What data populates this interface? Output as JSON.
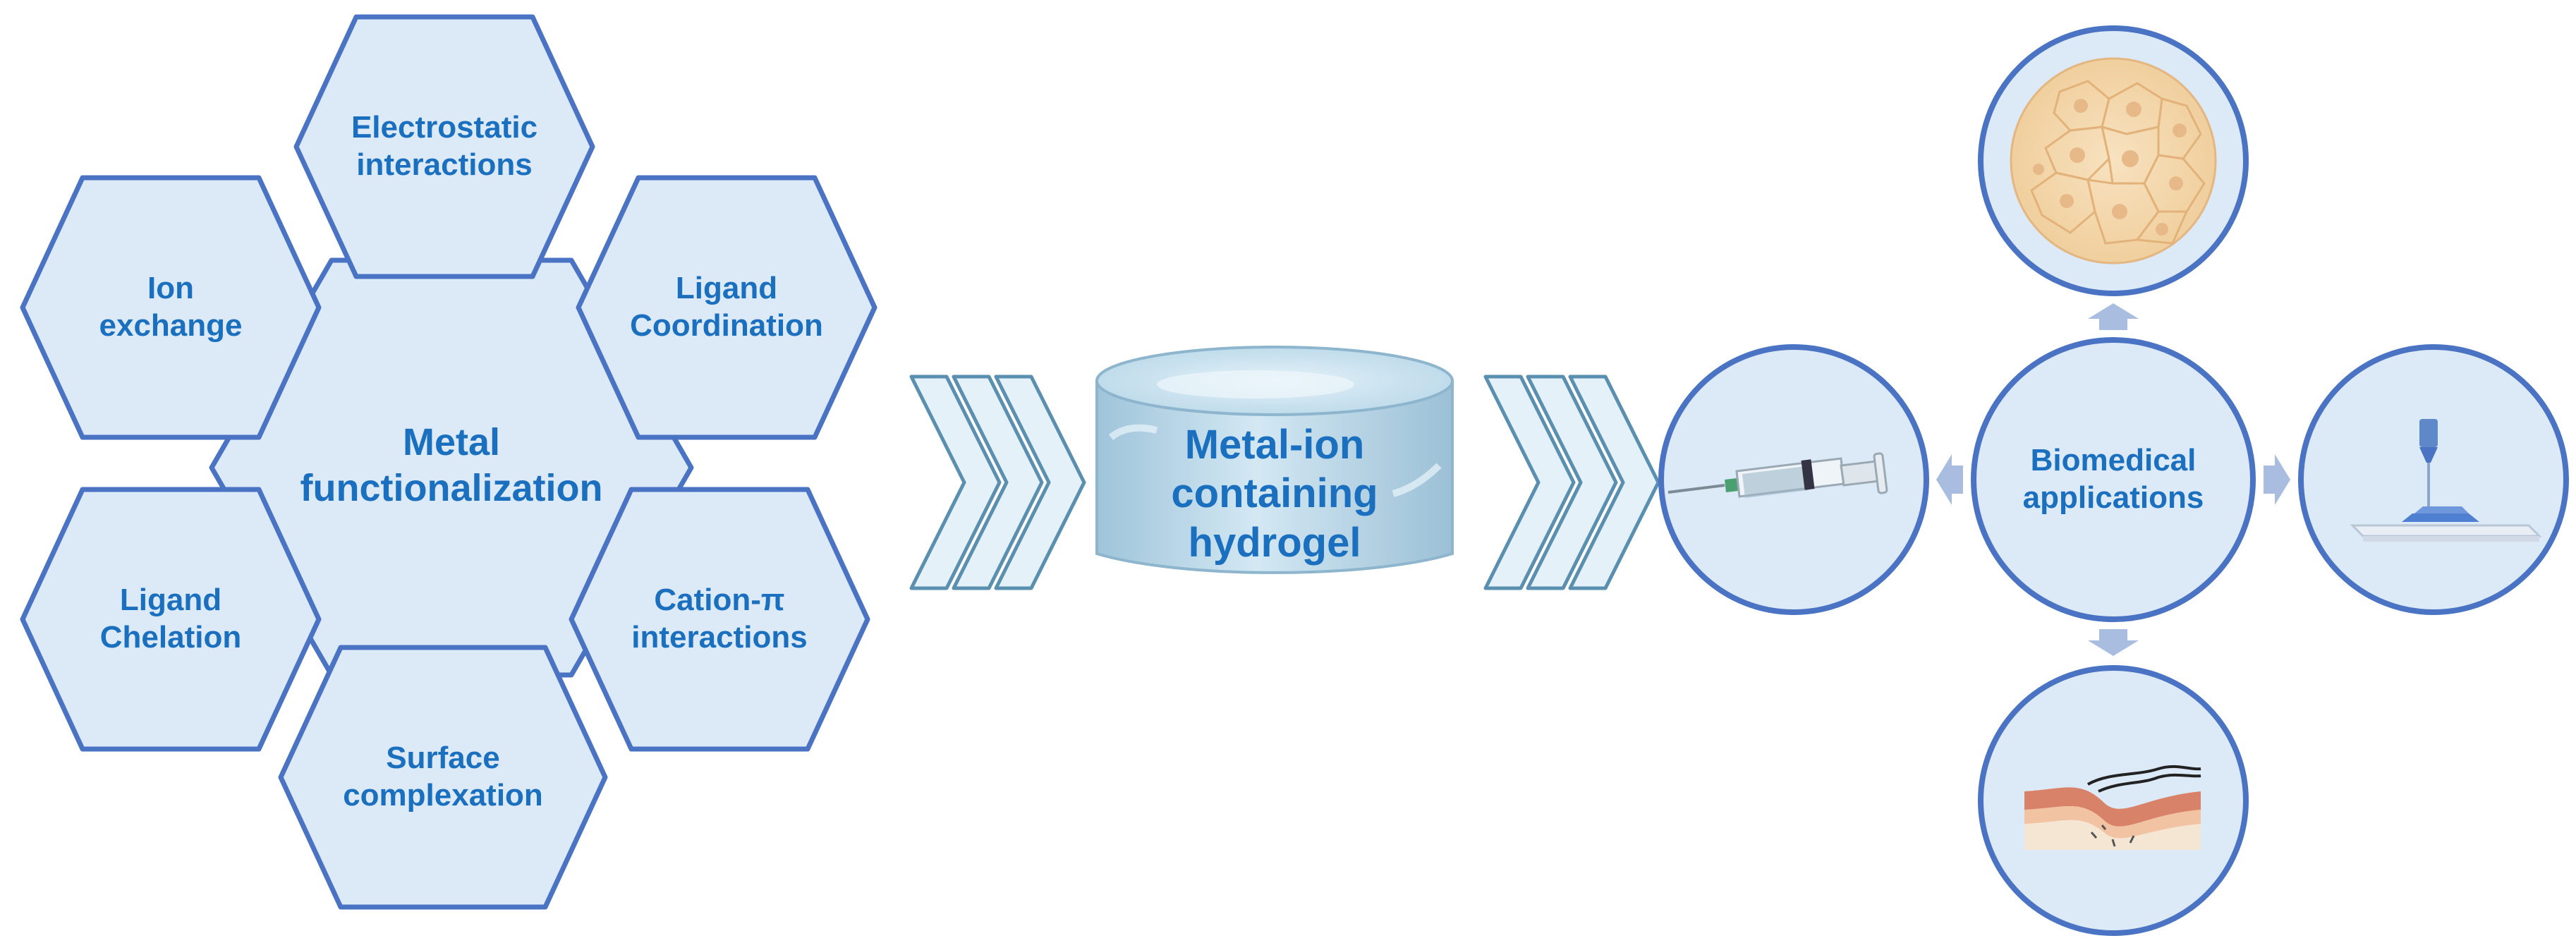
{
  "center_hexagon": {
    "label": "Metal\nfunctionalization"
  },
  "outer_hexagons": [
    {
      "id": "electrostatic",
      "label": "Electrostatic\ninteractions"
    },
    {
      "id": "ion-exchange",
      "label": "Ion\nexchange"
    },
    {
      "id": "ligand-coordination",
      "label": "Ligand\nCoordination"
    },
    {
      "id": "ligand-chelation",
      "label": "Ligand\nChelation"
    },
    {
      "id": "cation-pi",
      "label": "Cation-π\ninteractions"
    },
    {
      "id": "surface-complexation",
      "label": "Surface\ncomplexation"
    }
  ],
  "hydrogel": {
    "label": "Metal-ion\ncontaining\nhydrogel"
  },
  "applications_hub": {
    "label": "Biomedical\napplications"
  },
  "application_icons": [
    "cells-icon",
    "syringe-icon",
    "bioprinter-icon",
    "wound-skin-icon"
  ],
  "colors": {
    "hex_fill": "#dce9f7",
    "hex_stroke": "#4a73c4",
    "text": "#1a6fbf",
    "arrow_fill": "#e4f1f8",
    "arrow_stroke": "#5a8fb0",
    "small_arrow": "#a9bde0"
  }
}
